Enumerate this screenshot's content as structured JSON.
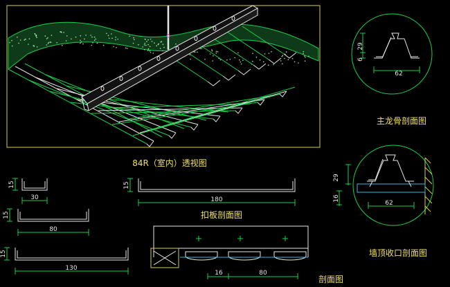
{
  "titles": {
    "perspective": "84R（室内）透视图",
    "main_keel_section": "主龙骨剖面图",
    "wall_top_section": "墙顶收口剖面图",
    "panel_section": "扣板剖面图",
    "section": "剖面图"
  },
  "dimensions": {
    "main_keel_h1": "29",
    "main_keel_h2": "6",
    "main_keel_w": "62",
    "wall_h1": "29",
    "wall_h2": "16",
    "wall_w": "62",
    "c30_h": "15",
    "c30_w": "30",
    "c80_h": "15",
    "c80_w": "80",
    "c130_h": "15",
    "c130_w": "130",
    "panel_h": "15",
    "panel_w": "180",
    "sec_gap": "16",
    "sec_w": "80"
  },
  "colors": {
    "green": "#19d24a",
    "white": "#e8e8e8",
    "yellow": "#d9d24a",
    "title": "#f0e060",
    "cyan": "#3fb9e0"
  }
}
